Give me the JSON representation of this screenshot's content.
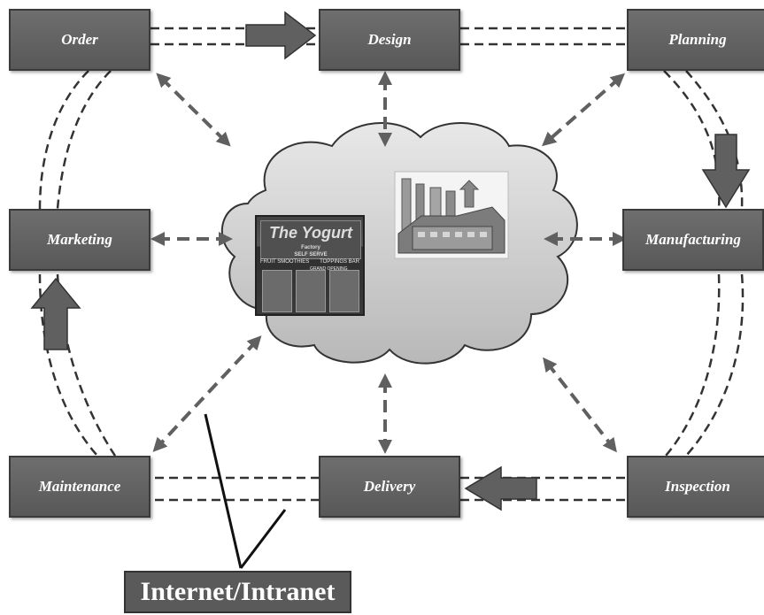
{
  "nodes": {
    "order": "Order",
    "design": "Design",
    "planning": "Planning",
    "marketing": "Marketing",
    "manufacturing": "Manufacturing",
    "maintenance": "Maintenance",
    "delivery": "Delivery",
    "inspection": "Inspection"
  },
  "network_label": "Internet/Intranet",
  "store_sign": {
    "brand": "The Yogurt",
    "script": "Factory",
    "line1": "SELF SERVE",
    "line2": "FRUIT SMOOTHIES",
    "line3": "TOPPINGS BAR",
    "line4": "GRAND OPENING"
  },
  "colors": {
    "node_fill": "#606060",
    "arrow_fill": "#606060",
    "dash_stroke": "#333333",
    "cloud_fill": "#cfcfcf"
  }
}
